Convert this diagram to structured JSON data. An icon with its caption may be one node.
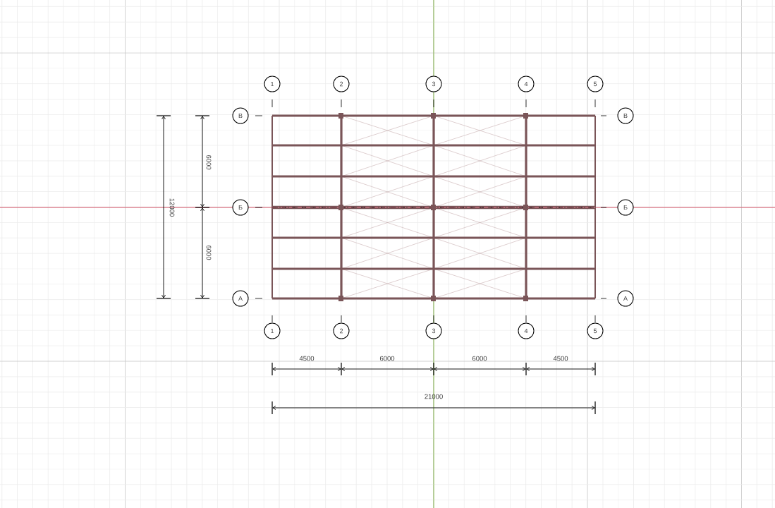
{
  "diagram": {
    "nodes": [
      {
        "text": [
          "1"
        ]
      },
      {
        "text": [
          "2"
        ]
      },
      {
        "text": [
          "3"
        ]
      },
      {
        "text": [
          "4"
        ]
      },
      {
        "text": [
          "5"
        ]
      },
      {
        "text": [
          "В"
        ]
      },
      {
        "text": [
          "В"
        ]
      },
      {
        "text": [
          "Б"
        ]
      },
      {
        "text": [
          "Б"
        ]
      },
      {
        "text": [
          "А"
        ]
      },
      {
        "text": [
          "А"
        ]
      },
      {
        "text": [
          "1"
        ]
      },
      {
        "text": [
          "2"
        ]
      },
      {
        "text": [
          "3"
        ]
      },
      {
        "text": [
          "4"
        ]
      },
      {
        "text": [
          "5"
        ]
      }
    ],
    "labels": [
      "6000",
      "12000",
      "6000",
      "4500",
      "6000",
      "6000",
      "4500",
      "21000"
    ]
  }
}
